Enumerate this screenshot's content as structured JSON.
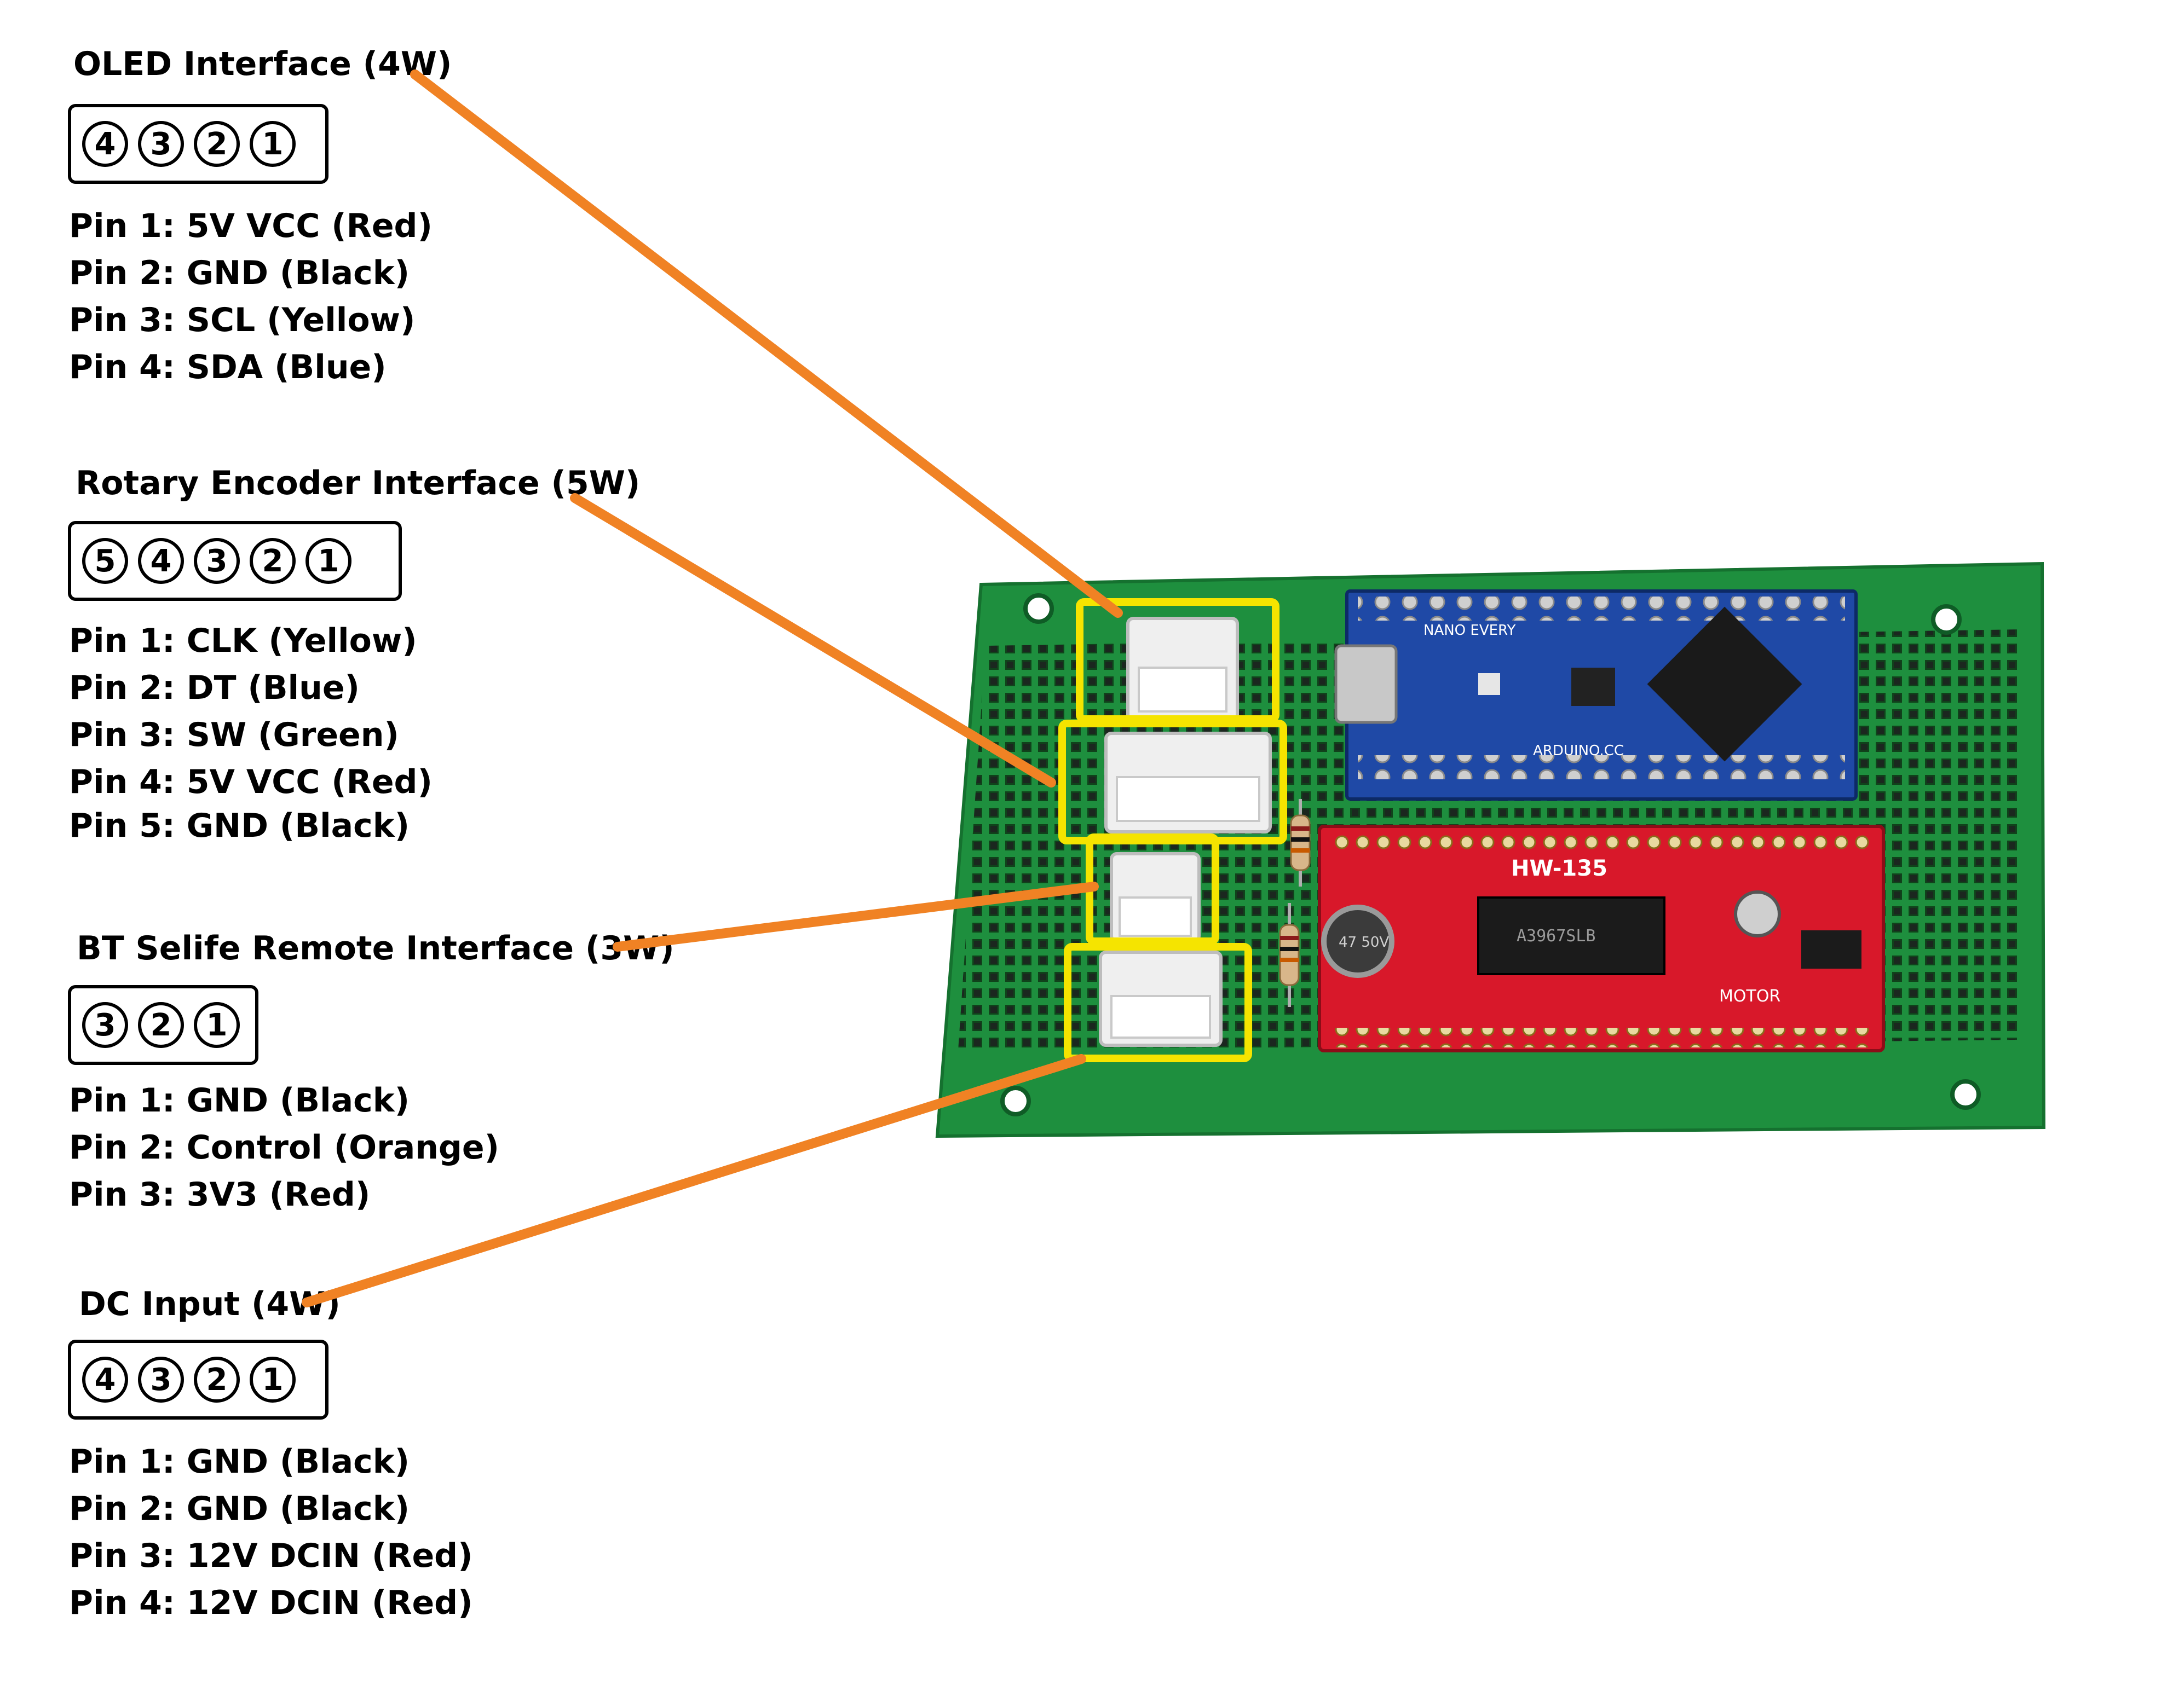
{
  "sections": [
    {
      "id": "oled",
      "title": "OLED Interface (4W)",
      "pins": [
        "4",
        "3",
        "2",
        "1"
      ],
      "lines": [
        "Pin 1: 5V VCC (Red)",
        "Pin 2: GND (Black)",
        "Pin 3: SCL (Yellow)",
        "Pin 4: SDA (Blue)"
      ]
    },
    {
      "id": "rotary",
      "title": "Rotary Encoder Interface (5W)",
      "pins": [
        "5",
        "4",
        "3",
        "2",
        "1"
      ],
      "lines": [
        "Pin 1: CLK (Yellow)",
        "Pin 2: DT (Blue)",
        "Pin 3: SW (Green)",
        "Pin 4: 5V VCC (Red)",
        "Pin 5: GND (Black)"
      ]
    },
    {
      "id": "bt",
      "title": "BT Selife Remote Interface (3W)",
      "pins": [
        "3",
        "2",
        "1"
      ],
      "lines": [
        "Pin 1: GND (Black)",
        "Pin 2: Control (Orange)",
        "Pin 3: 3V3 (Red)"
      ]
    },
    {
      "id": "dc",
      "title": "DC Input (4W)",
      "pins": [
        "4",
        "3",
        "2",
        "1"
      ],
      "lines": [
        "Pin 1: GND (Black)",
        "Pin 2: GND (Black)",
        "Pin 3: 12V DCIN (Red)",
        "Pin 4: 12V DCIN (Red)"
      ]
    }
  ],
  "board": {
    "nano_label": "NANO EVERY",
    "nano_url": "ARDUINO.CC",
    "driver_label": "HW-135",
    "driver_chip": "A3967SLB",
    "driver_motor": "MOTOR",
    "capacitor": "47 50V"
  },
  "colors": {
    "pcb": "#1e8f3e",
    "highlight": "#f5e400",
    "leader": "#f08224",
    "nano": "#1f49a6",
    "driver": "#d8182a"
  }
}
